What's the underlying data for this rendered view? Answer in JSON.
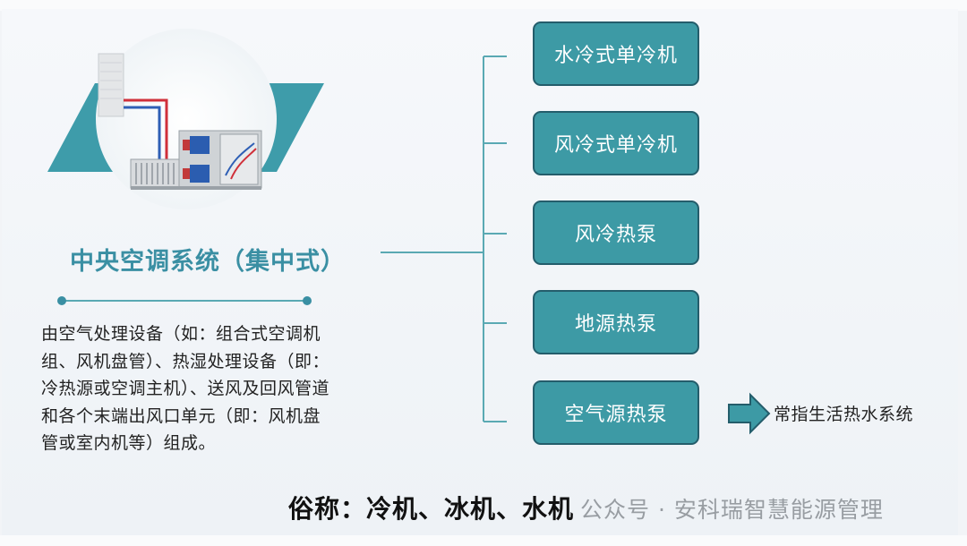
{
  "title": "中央空调系统（集中式）",
  "description": "由空气处理设备（如：组合式空调机组、风机盘管）、热湿处理设备（即：冷热源或空调主机）、送风及回风管道和各个末端出风口单元（即：风机盘管或室内机等）组成。",
  "types": [
    {
      "label": "水冷式单冷机"
    },
    {
      "label": "风冷式单冷机"
    },
    {
      "label": "风冷热泵"
    },
    {
      "label": "地源热泵"
    },
    {
      "label": "空气源热泵"
    }
  ],
  "note": "常指生活热水系统",
  "nickname": "俗称：冷机、冰机、水机",
  "watermark": "公众号 · 安科瑞智慧能源管理",
  "colors": {
    "node_fill": "#3d9aa5",
    "node_border": "#245d6b",
    "title": "#3a8fa3",
    "connector": "#5aa9b3"
  }
}
